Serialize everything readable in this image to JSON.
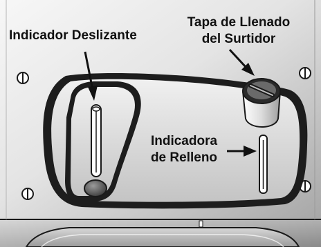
{
  "labels": {
    "slider_indicator": "Indicador Deslizante",
    "spout_fill_cap": [
      "Tapa de Llenado",
      "del Surtidor"
    ],
    "refill_indicator": [
      "Indicadora",
      "de Relleno"
    ]
  },
  "colors": {
    "panel_light": "#f2f2f2",
    "panel_dark": "#9c9c9c",
    "outline": "#1a1a1a",
    "text": "#111111"
  }
}
